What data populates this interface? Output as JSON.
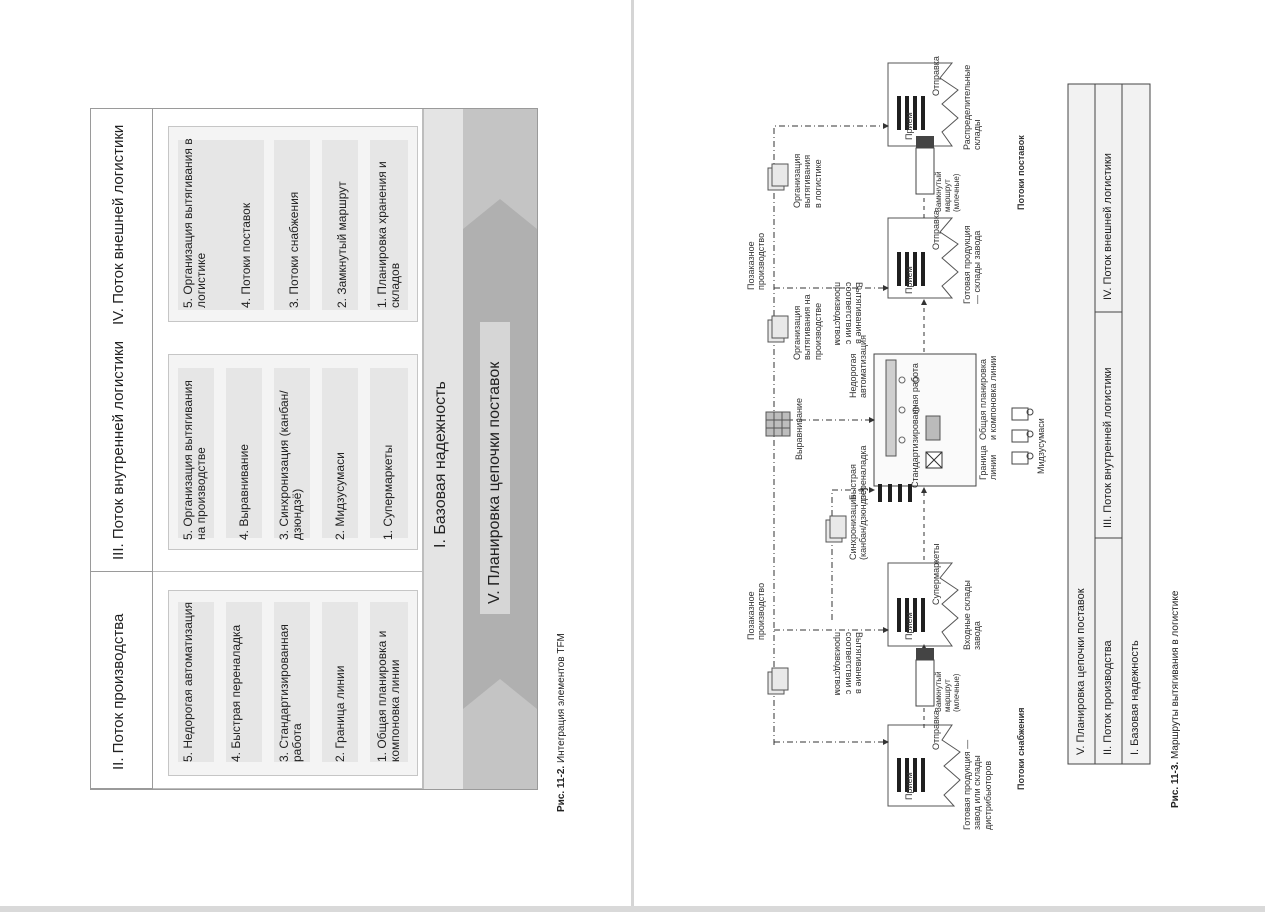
{
  "left_page": {
    "figure": {
      "columns": [
        {
          "header": "II. Поток производства",
          "items": [
            "5. Недорогая автоматизация",
            "4. Быстрая переналадка",
            "3. Стандартизированная работа",
            "2. Граница линии",
            "1. Общая планировка и компоновка линии"
          ]
        },
        {
          "header": "III. Поток внутренней логистики",
          "items": [
            "5. Организация вытягивания на производстве",
            "4. Выравнивание",
            "3. Синхронизация (канбан/дзюндзё)",
            "2. Мидзусумаси",
            "1. Супермаркеты"
          ]
        },
        {
          "header": "IV. Поток внешней логистики",
          "items": [
            "5. Организация вытягивания в логистике",
            "4. Потоки поставок",
            "3. Потоки снабжения",
            "2. Замкнутый маршрут",
            "1. Планировка хранения и складов"
          ]
        }
      ],
      "base_band": "I. Базовая надежность",
      "supply_chain_band": "V. Планировка цепочки поставок"
    },
    "caption": {
      "label": "Рис. 11-2.",
      "text": "Интеграция элементов TFM"
    }
  },
  "right_page": {
    "diagram": {
      "facility_labels": {
        "dist_warehouse": "Готовая продукция — завод или склады дистрибьюторов",
        "inbound_warehouse": "Входные склады завода",
        "fg_warehouse": "Готовая продукция — склады завода",
        "distribution_centers": "Распределительные склады"
      },
      "dock_labels": {
        "receiving": "Прием",
        "shipping": "Отправка",
        "supermarkets": "Супермаркеты"
      },
      "process_labels": {
        "withdrawal_prod_1": "Позаказное производство",
        "withdrawal_prod_2": "Позаказное производство",
        "upside_text_1": "Вытягивание в соответствии с производством",
        "upside_text_2": "Вытягивание в соответствии с производством",
        "closed_loop_1": "Замкнутый маршрут (млечные)",
        "closed_loop_2": "Замкнутый маршрут (млечные)",
        "sync": "Синхронизация (канбан/дзюндзё)",
        "leveling": "Выравнивание",
        "pull_prod": "Организация вытягивания на производстве",
        "pull_log": "Организация вытягивания в логистике",
        "quick_changeover": "Быстрая переналадка",
        "cheap_automation": "Недорогая автоматизация",
        "standard_work": "Стандартизированная работа",
        "line_boundary": "Граница линии",
        "layout": "Общая планировка и компоновка линии",
        "mizusumashi": "Мидзусумаси"
      },
      "flow_labels": {
        "supply_flow": "Потоки снабжения",
        "delivery_flow": "Потоки поставок"
      },
      "legend_table": {
        "top_row": "V. Планировка цепочки поставок",
        "middle_row": [
          "II. Поток производства",
          "III. Поток внутренней логистики",
          "IV. Поток внешней логистики"
        ],
        "bottom_row": "I. Базовая надежность"
      }
    },
    "caption": {
      "label": "Рис. 11-3.",
      "text": "Маршруты вытягивания в логистике"
    }
  }
}
